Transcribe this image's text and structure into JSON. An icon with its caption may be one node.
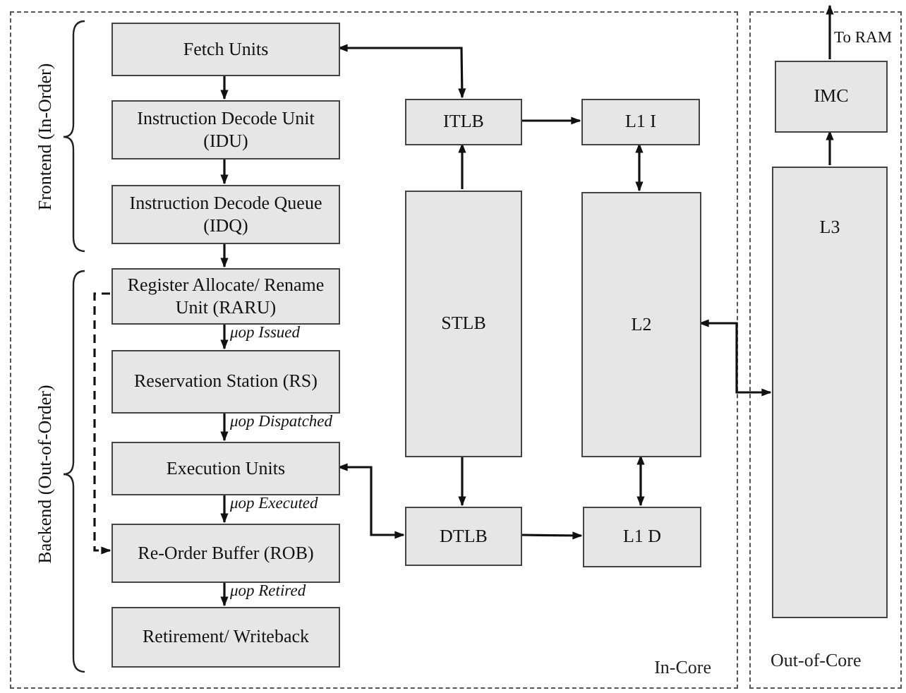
{
  "diagram": {
    "nodes": [
      {
        "text": [
          "In-Core"
        ]
      },
      {
        "text": [
          "Out-of-Core"
        ]
      },
      {
        "text": [
          "Fetch Units"
        ],
        "in": 0
      },
      {
        "text": [
          "Instruction Decode Unit (IDU)"
        ],
        "in": 0
      },
      {
        "text": [
          "Instruction Decode Queue (IDQ)"
        ],
        "in": 0
      },
      {
        "text": [
          "Register Allocate/ Rename Unit (RARU)"
        ],
        "in": 0
      },
      {
        "text": [
          "Reservation Station (RS)"
        ],
        "in": 0
      },
      {
        "text": [
          "Execution Units"
        ],
        "in": 0
      },
      {
        "text": [
          "Re-Order Buffer (ROB)"
        ],
        "in": 0
      },
      {
        "text": [
          "Retirement/ Writeback"
        ],
        "in": 0
      },
      {
        "text": [
          "ITLB"
        ],
        "in": 0
      },
      {
        "text": [
          "L1 I"
        ],
        "in": 0
      },
      {
        "text": [
          "STLB"
        ],
        "in": 0
      },
      {
        "text": [
          "L2"
        ],
        "in": 0
      },
      {
        "text": [
          "DTLB"
        ],
        "in": 0
      },
      {
        "text": [
          "L1 D"
        ],
        "in": 0
      },
      {
        "text": [
          "IMC"
        ],
        "in": 1
      },
      {
        "text": [
          "L3"
        ],
        "in": 1
      }
    ],
    "edges": [
      {
        "from": 2,
        "to": 3,
        "arrow": "to"
      },
      {
        "from": 3,
        "to": 4,
        "arrow": "to"
      },
      {
        "from": 4,
        "to": 5,
        "arrow": "to"
      },
      {
        "from": 5,
        "to": 6,
        "arrow": "to",
        "label": "μop Issued"
      },
      {
        "from": 6,
        "to": 7,
        "arrow": "to",
        "label": "μop Dispatched"
      },
      {
        "from": 7,
        "to": 8,
        "arrow": "to",
        "label": "μop Executed"
      },
      {
        "from": 8,
        "to": 9,
        "arrow": "to",
        "label": "μop Retired"
      },
      {
        "from": 5,
        "to": 8,
        "arrow": "to",
        "style": "dashed"
      },
      {
        "from": 10,
        "to": 2,
        "arrow": "both"
      },
      {
        "from": 7,
        "to": 14,
        "arrow": "both"
      },
      {
        "from": 12,
        "to": 10,
        "arrow": "to"
      },
      {
        "from": 12,
        "to": 14,
        "arrow": "to"
      },
      {
        "from": 10,
        "to": 11,
        "arrow": "to"
      },
      {
        "from": 14,
        "to": 15,
        "arrow": "to"
      },
      {
        "from": 11,
        "to": 13,
        "arrow": "both"
      },
      {
        "from": 13,
        "to": 15,
        "arrow": "both"
      },
      {
        "from": 13,
        "to": 17,
        "arrow": "both"
      },
      {
        "from": 16,
        "to": null,
        "arrow": "to",
        "label": "To RAM"
      },
      {
        "from": 17,
        "to": 16,
        "arrow": "to"
      }
    ],
    "labels": [
      "Frontend (In-Order)",
      "Backend (Out-of-Order)"
    ]
  }
}
